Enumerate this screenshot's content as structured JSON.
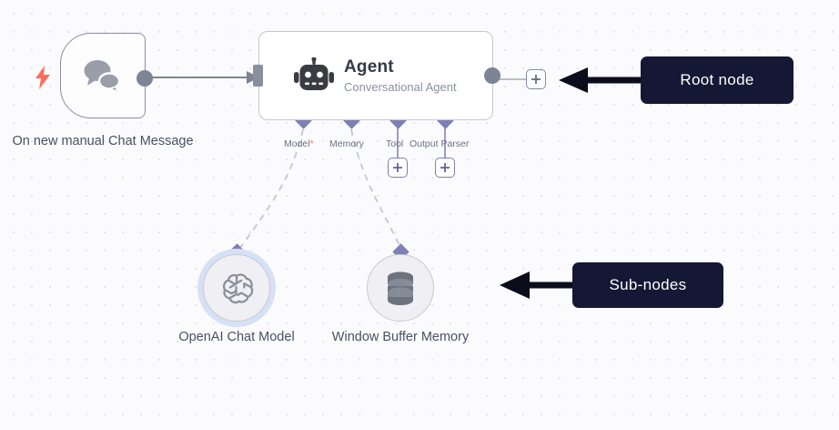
{
  "canvas": {
    "background_color": "#fbfbfd",
    "dot_color": "#e4e4ec"
  },
  "trigger_node": {
    "name": "On new manual Chat Message",
    "icon": "chat-bubbles-icon",
    "badge_icon": "lightning-bolt-icon",
    "badge_color": "#ff6d5a"
  },
  "agent_node": {
    "title": "Agent",
    "subtitle": "Conversational Agent",
    "icon": "robot-icon",
    "ports": [
      {
        "label": "Model",
        "required_marker": "*",
        "has_plus": false
      },
      {
        "label": "Memory",
        "required_marker": "",
        "has_plus": false
      },
      {
        "label": "Tool",
        "required_marker": "",
        "has_plus": true
      },
      {
        "label": "Output Parser",
        "required_marker": "",
        "has_plus": true
      }
    ],
    "accent_color": "#7d80b5"
  },
  "sub_nodes": [
    {
      "name": "OpenAI Chat Model",
      "icon": "openai-logo-icon",
      "selected": true
    },
    {
      "name": "Window Buffer Memory",
      "icon": "database-icon",
      "selected": false
    }
  ],
  "buttons": {
    "add_main_node": "+",
    "add_tool": "+",
    "add_output_parser": "+"
  },
  "annotations": [
    {
      "text": "Root node",
      "color": "#141834"
    },
    {
      "text": "Sub-nodes",
      "color": "#141834"
    }
  ]
}
